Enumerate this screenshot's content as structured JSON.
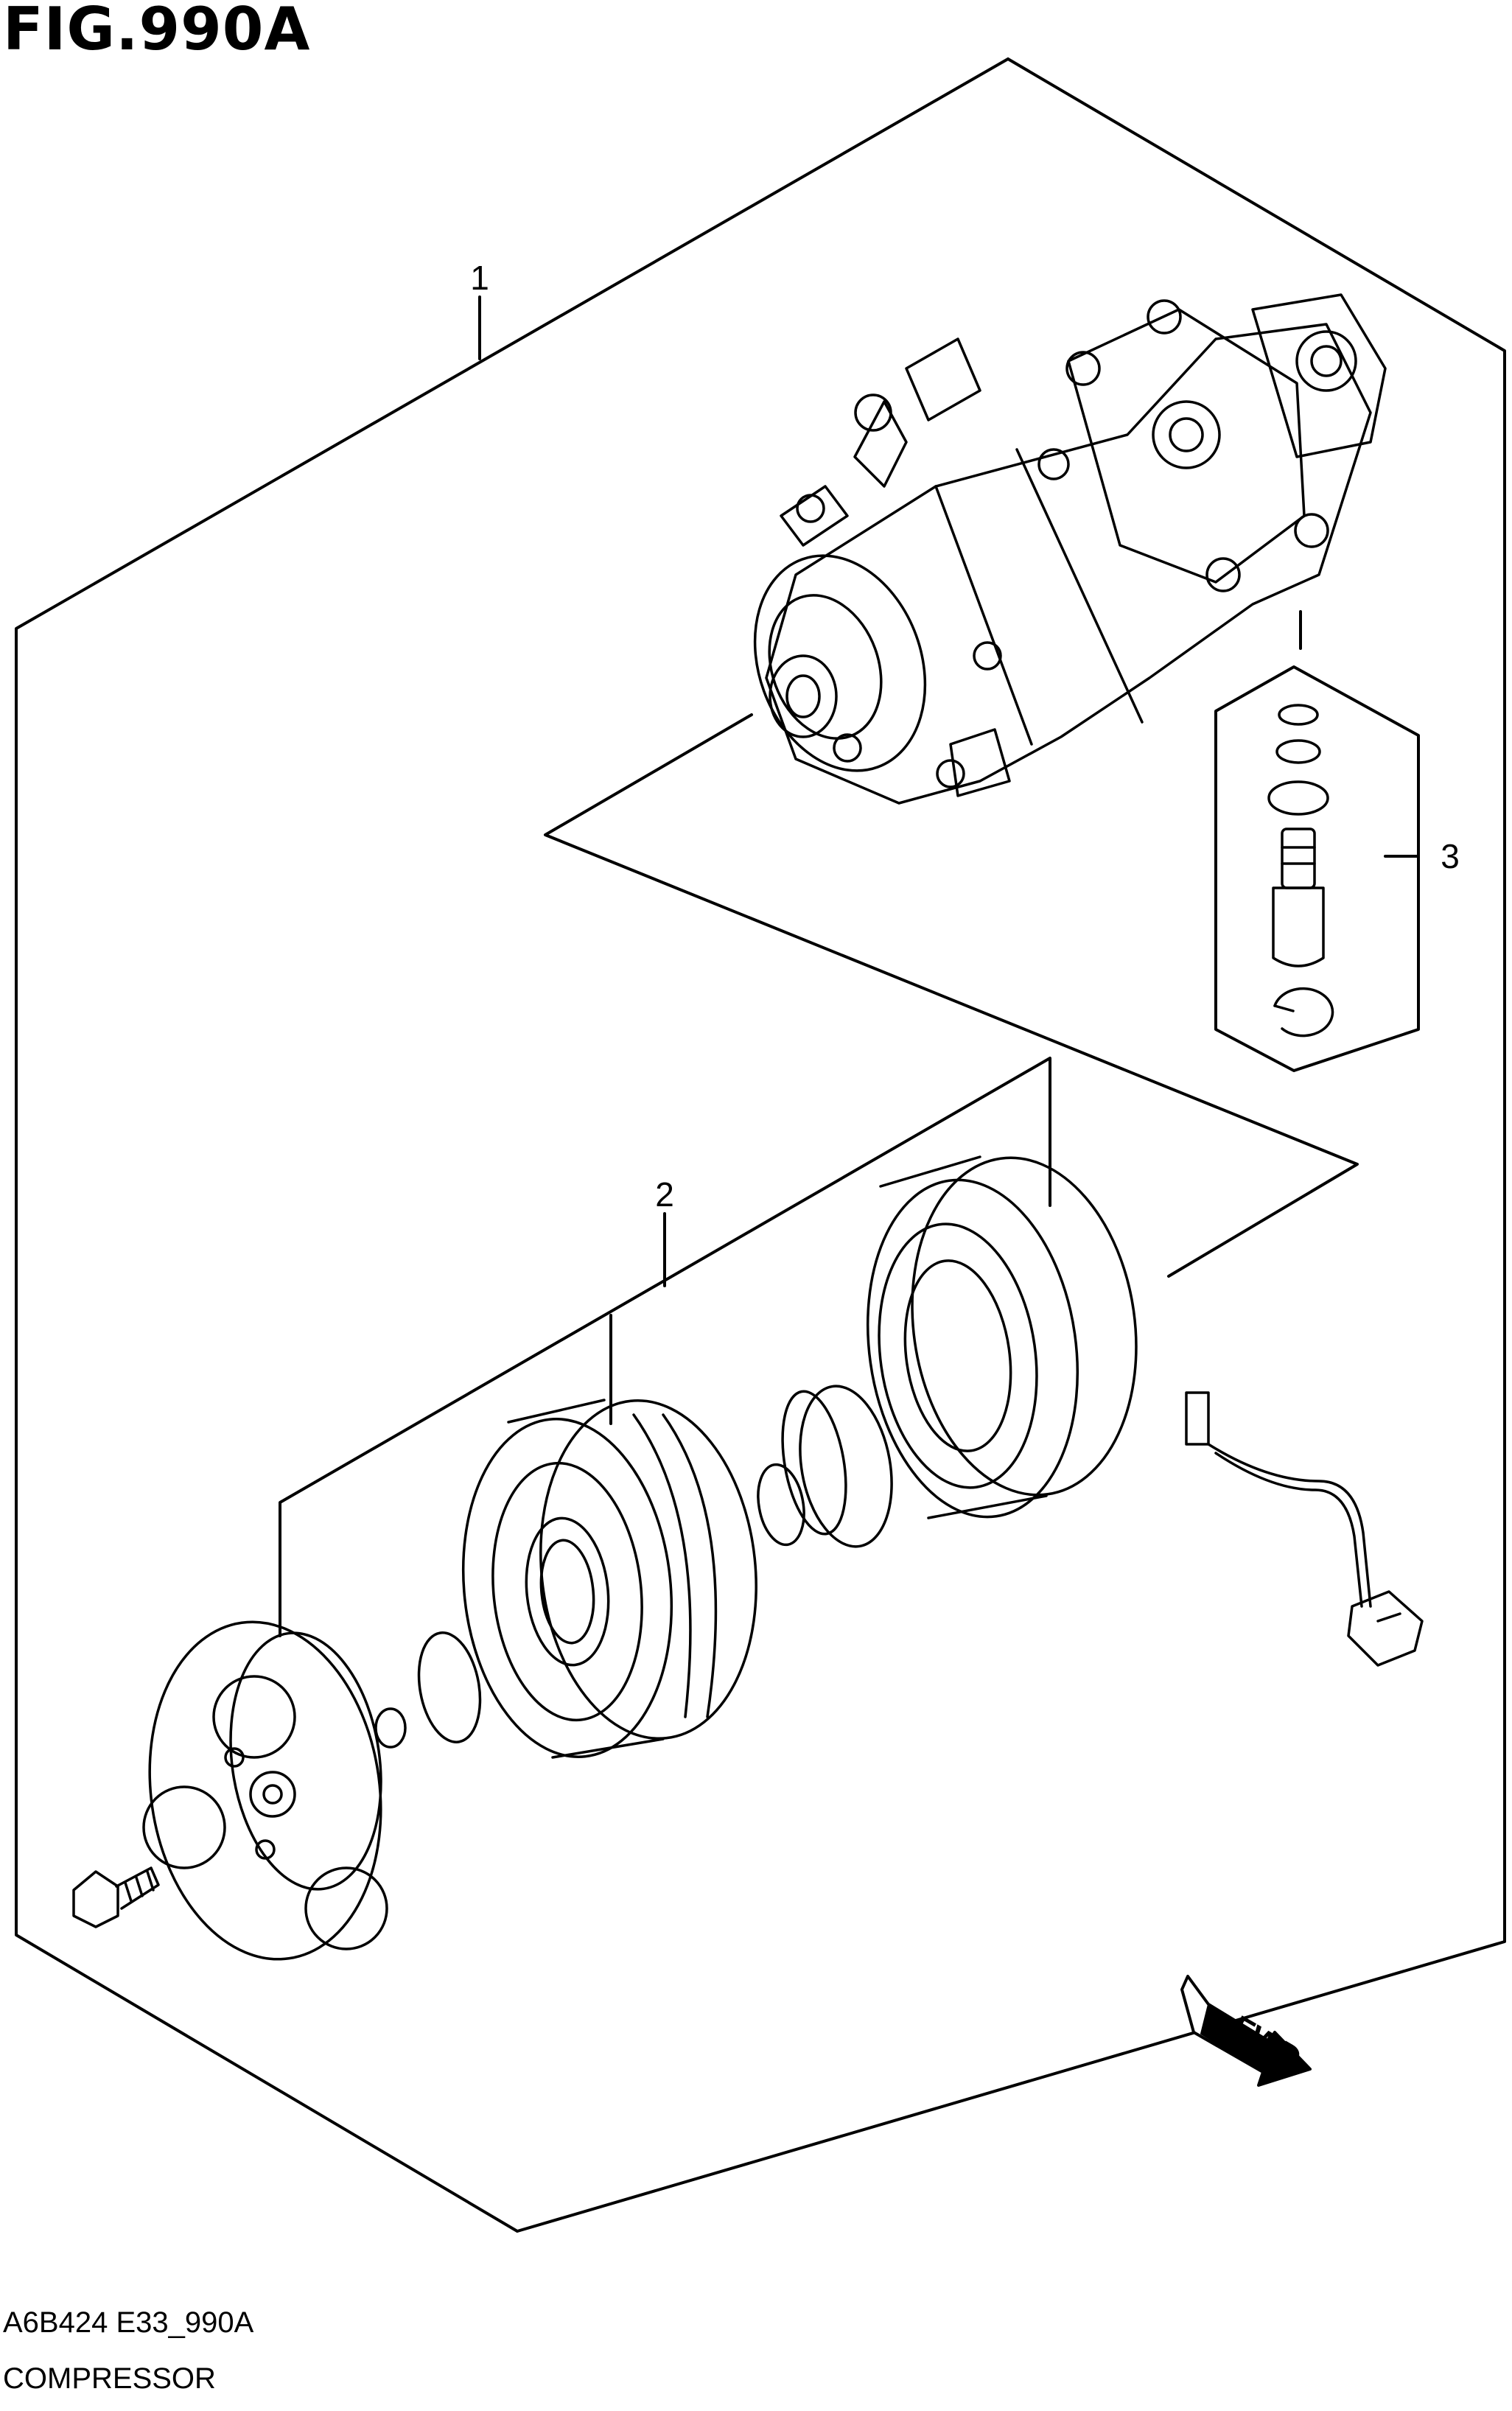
{
  "figure": {
    "title": "FIG.990A",
    "code": "A6B424 E33_990A",
    "name": "COMPRESSOR"
  },
  "callouts": [
    "1",
    "2",
    "3"
  ],
  "arrow": {
    "label": "FWD"
  },
  "colors": {
    "ink": "#000000",
    "paper": "#ffffff"
  }
}
